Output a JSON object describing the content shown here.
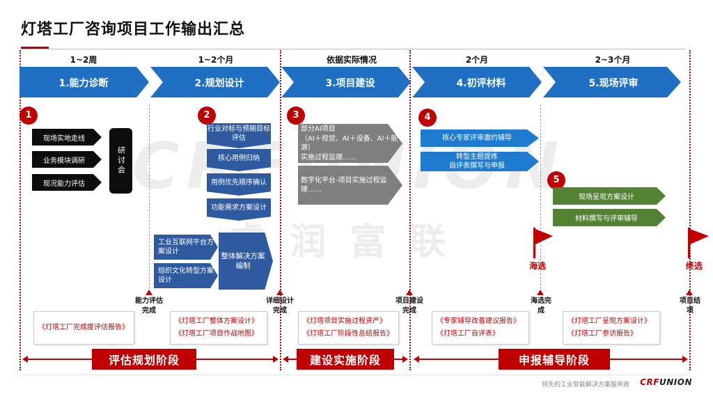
{
  "title": "灯塔工厂咨询项目工作输出汇总",
  "watermark": {
    "latin": "CRFUNION",
    "cn": "睿 润 富 联"
  },
  "durations": [
    "1~2周",
    "1~2个月",
    "依据实际情况",
    "2个月",
    "2~3个月"
  ],
  "phases": [
    "1.能力诊断",
    "2.规划设计",
    "3.项目建设",
    "4.初评材料",
    "5.现场评审"
  ],
  "badges": [
    "1",
    "2",
    "3",
    "4",
    "5"
  ],
  "step1": {
    "items": [
      "现场实地走线",
      "业务模块调研",
      "现况能力评估"
    ],
    "box": "研讨会"
  },
  "step2": {
    "chevrons": [
      "行业对标与预期目标评估",
      "核心用例归纳",
      "用例优先顺序确认",
      "功能需求方案设计"
    ],
    "arrows": [
      "工业互联网平台方案设计",
      "组织文化转型方案设计"
    ],
    "big": "整体解决方案编制"
  },
  "step3": {
    "box1": "部分AI项目\n（AI＋视觉、AI＋设备、AI＋能源）\n实施过程监理……",
    "box2": "数字化平台-项目实施过程监理……"
  },
  "step4": {
    "items": [
      "核心专家评审邀约辅导",
      "转型主题提炼\n自评表撰写与申报"
    ]
  },
  "step5": {
    "items": [
      "现场呈现方案设计",
      "材料撰写与评审辅导"
    ]
  },
  "milestones": [
    "能力评估完成",
    "详细设计完成",
    "项目建设完成",
    "海选完成",
    "项目结项"
  ],
  "flags": [
    "海选",
    "终选"
  ],
  "deliverables": [
    [
      "《灯塔工厂完成度评估报告》"
    ],
    [
      "《灯塔工厂整体方案设计》",
      "《灯塔工厂项目作战地图》"
    ],
    [
      "《灯塔项目实施过程资产》",
      "《灯塔工厂阶段性总结报告》"
    ],
    [
      "《专家辅导改善建议报告》",
      "《灯塔工厂自评表》"
    ],
    [
      "《灯塔工厂呈现方案设计》",
      "《灯塔工厂参访报告》"
    ]
  ],
  "stages": [
    "评估规划阶段",
    "建设实施阶段",
    "申报辅导阶段"
  ],
  "footer": {
    "tagline": "领先的工业智能解决方案服务商",
    "logo_cr": "CRF",
    "logo_rest": "UNION"
  },
  "colors": {
    "red": "#c00000",
    "blue": "#2e5aa0",
    "phase_blue": "#1f6fc2",
    "gray": "#7f7f7f",
    "green": "#548235",
    "light_blue": "#1f7bd0"
  }
}
